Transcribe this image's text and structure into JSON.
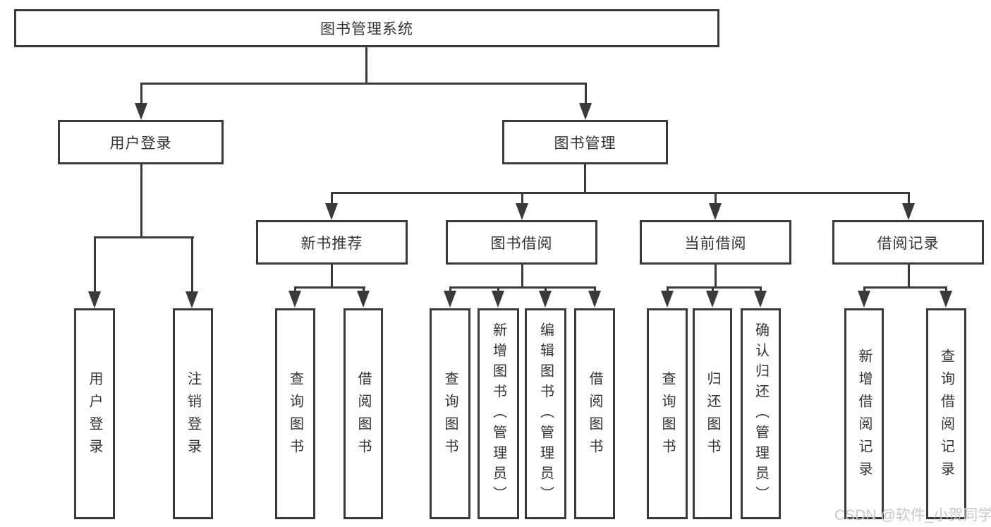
{
  "diagram_title": "图书管理系统",
  "watermark": "CSDN @软件_小贺同学",
  "colors": {
    "line": "#3a3a3a",
    "text": "#333333",
    "box_background": "#ffffff",
    "watermark": "#cfc6c8"
  },
  "nodes": {
    "root": {
      "label": "图书管理系统"
    },
    "level2": [
      {
        "id": "user-login",
        "label": "用户登录"
      },
      {
        "id": "book-management",
        "label": "图书管理"
      }
    ],
    "level3": [
      {
        "id": "new-book-recommend",
        "label": "新书推荐",
        "parent": "book-management"
      },
      {
        "id": "book-borrowing",
        "label": "图书借阅",
        "parent": "book-management"
      },
      {
        "id": "current-borrowing",
        "label": "当前借阅",
        "parent": "book-management"
      },
      {
        "id": "borrowing-records",
        "label": "借阅记录",
        "parent": "book-management"
      }
    ],
    "leaves": [
      {
        "parent": "user-login",
        "label": "用户登录"
      },
      {
        "parent": "user-login",
        "label": "注销登录"
      },
      {
        "parent": "new-book-recommend",
        "label": "查询图书"
      },
      {
        "parent": "new-book-recommend",
        "label": "借阅图书"
      },
      {
        "parent": "book-borrowing",
        "label": "查询图书"
      },
      {
        "parent": "book-borrowing",
        "label": "新增图书（管理员）"
      },
      {
        "parent": "book-borrowing",
        "label": "编辑图书（管理员）"
      },
      {
        "parent": "book-borrowing",
        "label": "借阅图书"
      },
      {
        "parent": "current-borrowing",
        "label": "查询图书"
      },
      {
        "parent": "current-borrowing",
        "label": "归还图书"
      },
      {
        "parent": "current-borrowing",
        "label": "确认归还（管理员）"
      },
      {
        "parent": "borrowing-records",
        "label": "新增借阅记录"
      },
      {
        "parent": "borrowing-records",
        "label": "查询借阅记录"
      }
    ]
  }
}
